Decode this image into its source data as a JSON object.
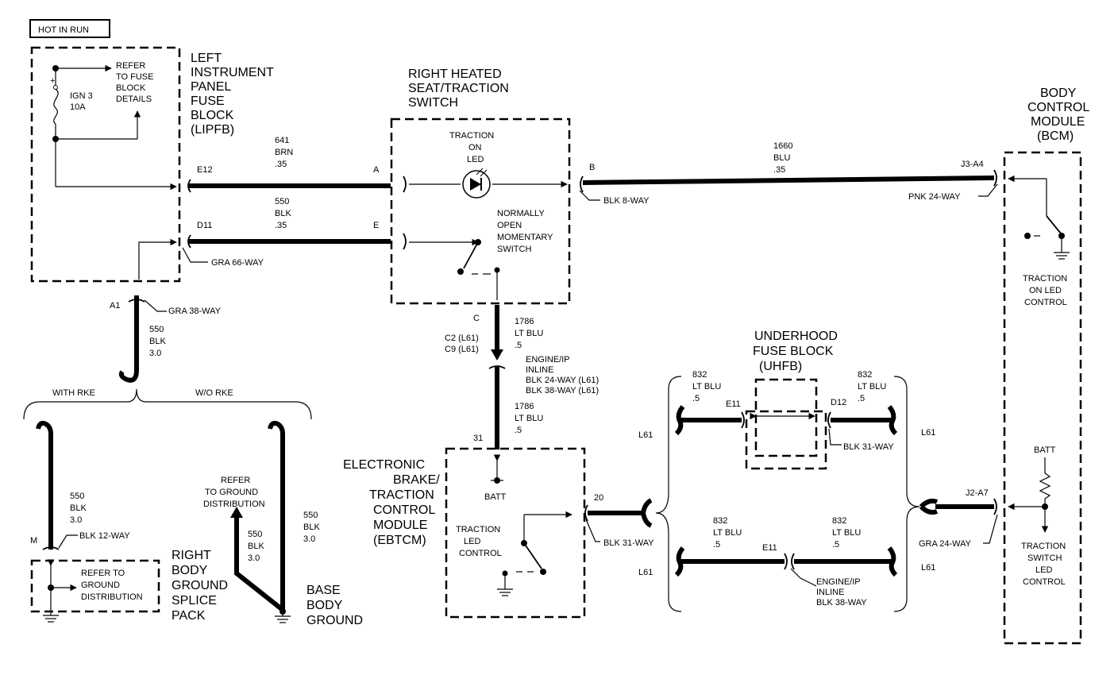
{
  "header_tag": "HOT IN RUN",
  "lipfb": {
    "title": [
      "LEFT",
      "INSTRUMENT",
      "PANEL",
      "FUSE",
      "BLOCK",
      "(LIPFB)"
    ],
    "fuse_name": "IGN 3",
    "fuse_rating": "10A",
    "refer": [
      "REFER",
      "TO FUSE",
      "BLOCK",
      "DETAILS"
    ],
    "pin_e12": "E12",
    "pin_d11": "D11",
    "connector": "GRA 66-WAY",
    "pin_a1": "A1",
    "connector_a1": "GRA 38-WAY"
  },
  "switch": {
    "title": [
      "RIGHT HEATED",
      "SEAT/TRACTION",
      "SWITCH"
    ],
    "led_label": [
      "TRACTION",
      "ON",
      "LED"
    ],
    "momentary_label": [
      "NORMALLY",
      "OPEN",
      "MOMENTARY",
      "SWITCH"
    ],
    "pin_a": "A",
    "pin_e": "E",
    "pin_b": "B",
    "pin_c": "C",
    "connector_b": "BLK 8-WAY"
  },
  "wires": {
    "w641": [
      "641",
      "BRN",
      ".35"
    ],
    "w550_top": [
      "550",
      "BLK",
      ".35"
    ],
    "w1660": [
      "1660",
      "BLU",
      ".35"
    ],
    "w550_a1": [
      "550",
      "BLK",
      "3.0"
    ],
    "w1786_top": [
      "1786",
      "LT BLU",
      ".5"
    ],
    "w1786_bottom": [
      "1786",
      "LT BLU",
      ".5"
    ],
    "w550_rke": [
      "550",
      "BLK",
      "3.0"
    ],
    "w550_ground_a": [
      "550",
      "BLK",
      "3.0"
    ],
    "w550_ground_b": [
      "550",
      "BLK",
      "3.0"
    ],
    "w832_ul": [
      "832",
      "LT BLU",
      ".5"
    ],
    "w832_ur": [
      "832",
      "LT BLU",
      ".5"
    ],
    "w832_ll": [
      "832",
      "LT BLU",
      ".5"
    ],
    "w832_lr": [
      "832",
      "LT BLU",
      ".5"
    ]
  },
  "bcm": {
    "title": [
      "BODY",
      "CONTROL",
      "MODULE",
      "(BCM)"
    ],
    "pin_j3a4": "J3-A4",
    "connector_j3": "PNK 24-WAY",
    "traction_on_led_control": [
      "TRACTION",
      "ON LED",
      "CONTROL"
    ],
    "batt": "BATT",
    "traction_switch_led_control": [
      "TRACTION",
      "SWITCH",
      "LED",
      "CONTROL"
    ],
    "pin_j2a7": "J2-A7",
    "connector_j2": "GRA 24-WAY"
  },
  "inline_top": {
    "c2": "C2 (L61)",
    "c9": "C9 (L61)",
    "label": [
      "ENGINE/IP",
      "INLINE",
      "BLK 24-WAY (L61)",
      "BLK 38-WAY (L61)"
    ],
    "pin_31": "31"
  },
  "ebtcm": {
    "title": [
      "ELECTRONIC",
      "BRAKE/",
      "TRACTION",
      "CONTROL",
      "MODULE",
      "(EBTCM)"
    ],
    "batt": "BATT",
    "led_control": [
      "TRACTION",
      "LED",
      "CONTROL"
    ],
    "pin_20": "20",
    "connector": "BLK 31-WAY"
  },
  "rke": {
    "with": "WITH RKE",
    "without": "W/O RKE",
    "pin_m": "M",
    "connector_m": "BLK 12-WAY",
    "refer_ground_1": [
      "REFER",
      "TO GROUND",
      "DISTRIBUTION"
    ],
    "refer_ground_2": [
      "REFER TO",
      "GROUND",
      "DISTRIBUTION"
    ]
  },
  "grounds": {
    "right_body": [
      "RIGHT",
      "BODY",
      "GROUND",
      "SPLICE",
      "PACK"
    ],
    "base_body": [
      "BASE",
      "BODY",
      "GROUND"
    ]
  },
  "uhfb": {
    "title": [
      "UNDERHOOD",
      "FUSE BLOCK",
      "(UHFB)"
    ],
    "pin_e11": "E11",
    "pin_d12": "D12",
    "connector": "BLK 31-WAY",
    "l61": "L61",
    "lower_pin_e11": "E11",
    "lower_label": [
      "ENGINE/IP",
      "INLINE",
      "BLK 38-WAY"
    ]
  }
}
